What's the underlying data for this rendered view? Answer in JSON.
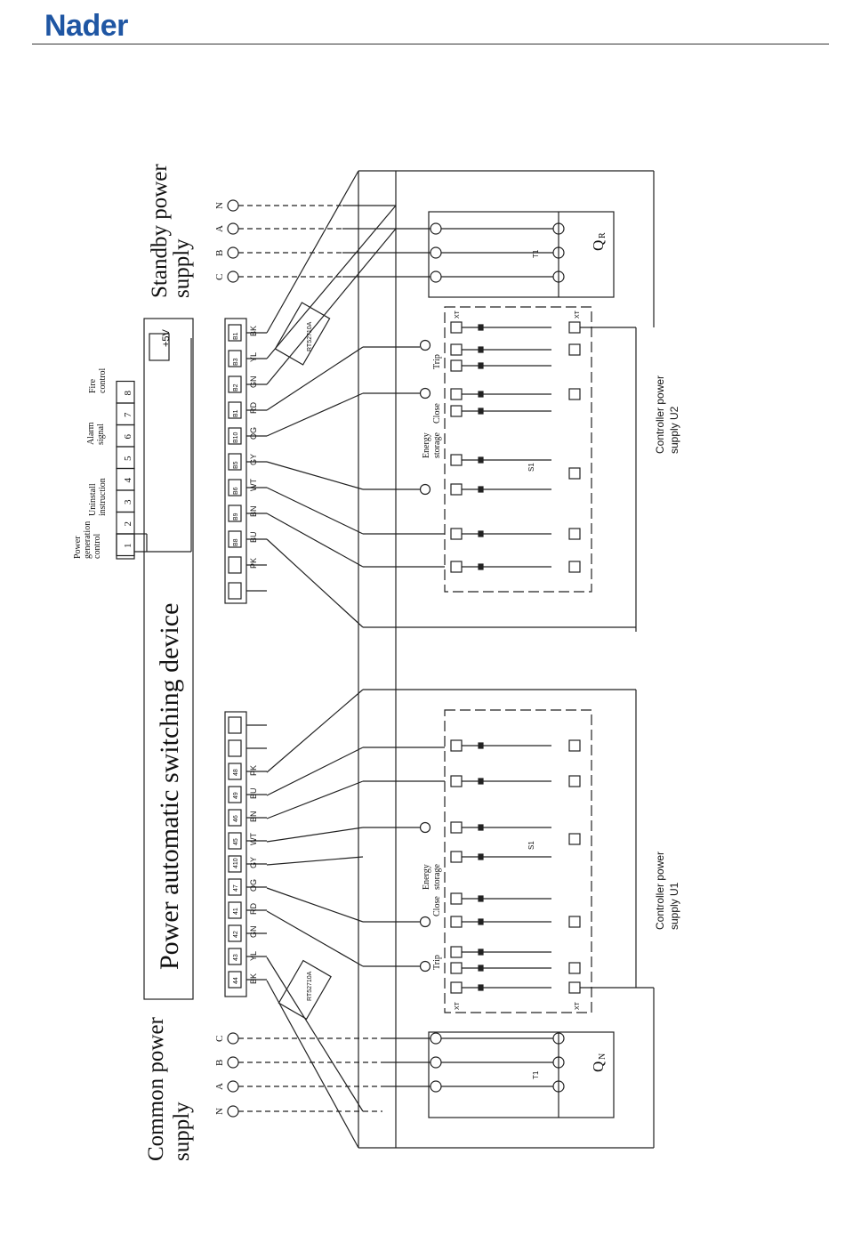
{
  "header": {
    "brand": "Nader",
    "brand_color": "#1f56a3"
  },
  "diagram": {
    "device_title": "Power automatic switching device",
    "standby_supply": [
      "Standby power",
      "supply"
    ],
    "common_supply": [
      "Common power",
      "supply"
    ],
    "controller_u2": [
      "Controller power",
      "supply U2"
    ],
    "controller_u1": [
      "Controller power",
      "supply U1"
    ],
    "phases_standby": [
      "N",
      "A",
      "B",
      "C"
    ],
    "phases_common": [
      "C",
      "B",
      "A",
      "N"
    ],
    "terminal_numbers": [
      "1",
      "2",
      "3",
      "4",
      "5",
      "6",
      "7",
      "8"
    ],
    "signal_labels": [
      [
        "Power",
        "generation",
        "control"
      ],
      [
        "Uninstall",
        "instruction"
      ],
      [
        "Alarm",
        "signal"
      ],
      [
        "Fire",
        "control"
      ]
    ],
    "voltage": "+5V",
    "standby_terminals": [
      "B1",
      "B3",
      "B2",
      "B1",
      "B10",
      "B5",
      "B6",
      "B9",
      "B8",
      "",
      ""
    ],
    "common_terminals": [
      "",
      "",
      "48",
      "49",
      "46",
      "45",
      "410",
      "47",
      "41",
      "42",
      "43",
      "44"
    ],
    "standby_wire_colors": [
      "BK",
      "YL",
      "GN",
      "RD",
      "OG",
      "GY",
      "WT",
      "BN",
      "BU",
      "PK"
    ],
    "common_wire_colors": [
      "PK",
      "BU",
      "BN",
      "WT",
      "GY",
      "OG",
      "RD",
      "GN",
      "YL",
      "BK"
    ],
    "fuse_standby": "RT52710A",
    "fuse_common": "RT52710A",
    "breaker_standby": [
      "Q",
      "R"
    ],
    "breaker_common": [
      "Q",
      "N"
    ],
    "standby_labels": {
      "trip": "Trip",
      "close": "Close",
      "energy": [
        "Energy",
        "storage"
      ]
    },
    "common_labels": {
      "trip": "Trip",
      "close": "Close",
      "energy": [
        "Energy",
        "storage"
      ]
    },
    "xt": "XT",
    "s1": "S1",
    "t1": "T1"
  }
}
